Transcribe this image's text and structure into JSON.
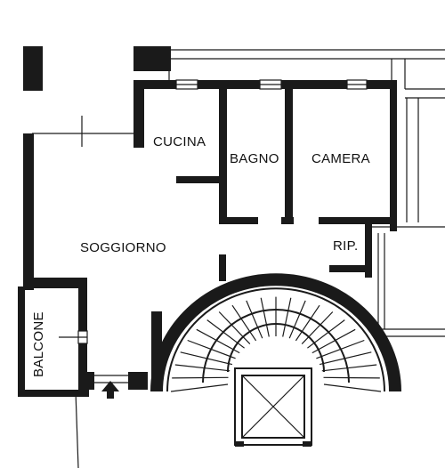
{
  "plan": {
    "rooms": {
      "cucina": "CUCINA",
      "bagno": "BAGNO",
      "camera": "CAMERA",
      "soggiorno": "SOGGIORNO",
      "ripostiglio": "RIP.",
      "balcone": "BALCONE"
    },
    "colors": {
      "wall": "#1a1a1a",
      "background": "#ffffff"
    },
    "icons": [
      "entrance-arrow-icon",
      "elevator-icon",
      "spiral-staircase-icon"
    ]
  }
}
